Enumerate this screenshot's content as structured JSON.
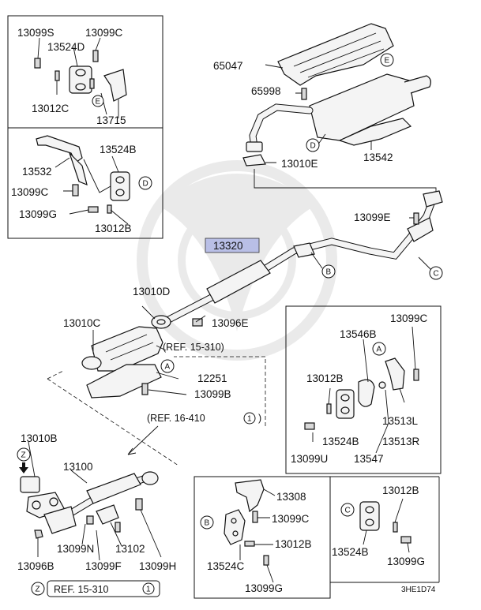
{
  "highlight_color": "#b9bfe6",
  "labels": {
    "tl_13099S": "13099S",
    "tl_13099C": "13099C",
    "tl_13524D": "13524D",
    "tl_13012C": "13012C",
    "tl_13715": "13715",
    "ml_13524B": "13524B",
    "ml_13532": "13532",
    "ml_13099C": "13099C",
    "ml_13099G": "13099G",
    "ml_13012B": "13012B",
    "t_65047": "65047",
    "t_65998": "65998",
    "t_13010E": "13010E",
    "t_13542": "13542",
    "t_13099E": "13099E",
    "t_13320": "13320",
    "t_13010D": "13010D",
    "t_13096E": "13096E",
    "t_13010C": "13010C",
    "t_ref15_310": "(REF. 15-310)",
    "t_12251": "12251",
    "t_13099B": "13099B",
    "t_ref16_410": "(REF. 16-410",
    "t_ref16_410_n": "1",
    "t_ref16_410_close": ")",
    "rb_13099C": "13099C",
    "rb_13546B": "13546B",
    "rb_13012B": "13012B",
    "rb_13513L": "13513L",
    "rb_13513R": "13513R",
    "rb_13524B": "13524B",
    "rb_13547": "13547",
    "rb_13099U": "13099U",
    "bl_13010B": "13010B",
    "bl_13100": "13100",
    "bl_13096B": "13096B",
    "bl_13099N": "13099N",
    "bl_13102": "13102",
    "bl_13099F": "13099F",
    "bl_13099H": "13099H",
    "bl_ref": "REF. 15-310",
    "bl_ref_n": "1",
    "bc_13308": "13308",
    "bc_13099C": "13099C",
    "bc_13012B": "13012B",
    "bc_13524C": "13524C",
    "bc_13099G": "13099G",
    "br_13012B": "13012B",
    "br_13524B": "13524B",
    "br_13099G": "13099G",
    "diagram_code": "3HE1D74"
  },
  "callouts": {
    "A": "A",
    "B": "B",
    "C": "C",
    "D": "D",
    "E": "E",
    "Z": "Z"
  }
}
